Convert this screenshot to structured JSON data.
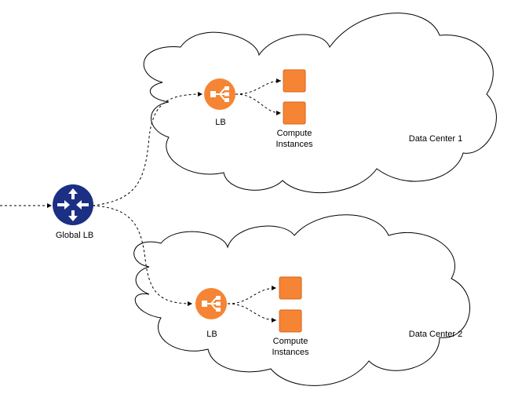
{
  "colors": {
    "global_lb": "#1b2f84",
    "lb": "#f58534",
    "instance": "#f58534",
    "instance_border": "#d9641a",
    "line": "#000000"
  },
  "icons": {
    "global_lb": "router-icon",
    "lb": "load-balancer-icon",
    "instance": "compute-instance-icon"
  },
  "global_lb": {
    "label": "Global LB"
  },
  "data_centers": [
    {
      "label": "Data Center 1",
      "lb_label": "LB",
      "instances_label": [
        "Compute",
        "Instances"
      ]
    },
    {
      "label": "Data Center 2",
      "lb_label": "LB",
      "instances_label": [
        "Compute",
        "Instances"
      ]
    }
  ]
}
